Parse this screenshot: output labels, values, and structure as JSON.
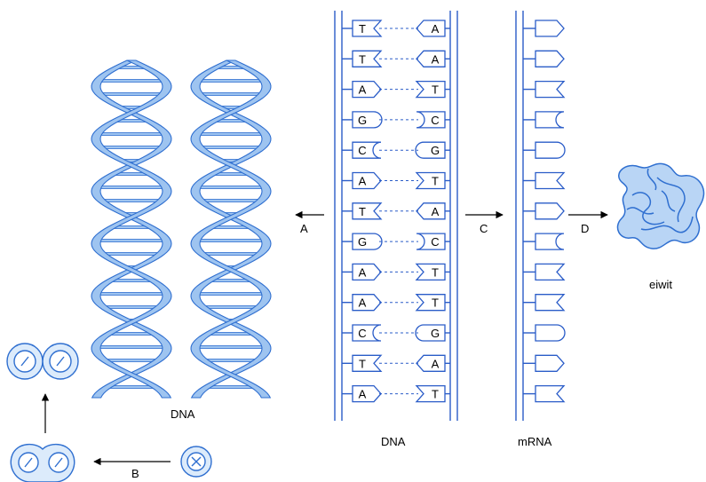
{
  "colors": {
    "helix_fill": "#9ec4f0",
    "helix_stroke": "#2f6fd0",
    "line": "#2a5cc8",
    "base_fill": "#ffffff",
    "cell_fill": "#dcebfb"
  },
  "labels": {
    "arrow_a": "A",
    "arrow_b": "B",
    "arrow_c": "C",
    "arrow_d": "D",
    "dna_helix": "DNA",
    "dna_ladder": "DNA",
    "mrna": "mRNA",
    "protein": "eiwit"
  },
  "dna_ladder": {
    "pairs": [
      {
        "left": "T",
        "right": "A"
      },
      {
        "left": "T",
        "right": "A"
      },
      {
        "left": "A",
        "right": "T"
      },
      {
        "left": "G",
        "right": "C"
      },
      {
        "left": "C",
        "right": "G"
      },
      {
        "left": "A",
        "right": "T"
      },
      {
        "left": "T",
        "right": "A"
      },
      {
        "left": "G",
        "right": "C"
      },
      {
        "left": "A",
        "right": "T"
      },
      {
        "left": "A",
        "right": "T"
      },
      {
        "left": "C",
        "right": "G"
      },
      {
        "left": "T",
        "right": "A"
      },
      {
        "left": "A",
        "right": "T"
      }
    ]
  },
  "mrna": {
    "bases": [
      "A",
      "A",
      "U",
      "C",
      "G",
      "U",
      "A",
      "C",
      "U",
      "U",
      "G",
      "A",
      "U"
    ]
  },
  "shapes": {
    "base_shape_names": {
      "A": "arrow-point",
      "T": "notch",
      "U": "notch",
      "G": "round",
      "C": "round-notch"
    }
  }
}
